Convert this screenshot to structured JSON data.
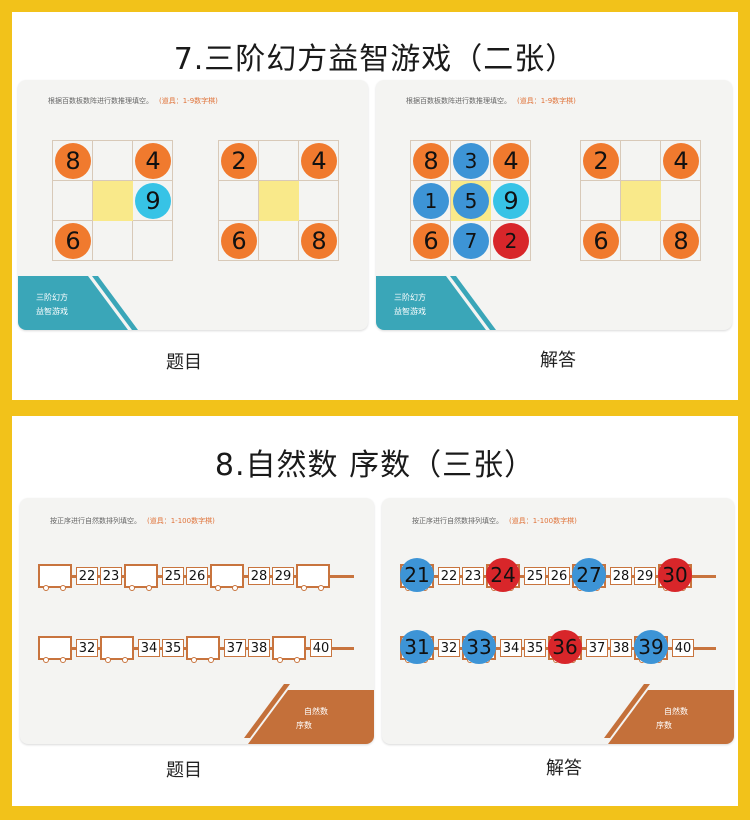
{
  "section1": {
    "title": "7.三阶幻方益智游戏（二张）",
    "instruction": "根据百数板数阵进行数推理填空。",
    "instruction_note": "(道具：1-9数字棋)",
    "badge_line1": "三阶幻方",
    "badge_line2": "益智游戏",
    "question_caption": "题目",
    "answer_caption": "解答",
    "question_grid_a": [
      "8",
      "",
      "4",
      "",
      "",
      "9",
      "6",
      "",
      ""
    ],
    "question_grid_b": [
      "2",
      "",
      "4",
      "",
      "",
      "",
      "6",
      "",
      "8"
    ],
    "answer_grid_a": [
      "8",
      "3",
      "4",
      "1",
      "5",
      "9",
      "6",
      "7",
      "2"
    ],
    "answer_grid_b": [
      "2",
      "",
      "4",
      "",
      "",
      "",
      "6",
      "",
      "8"
    ]
  },
  "section2": {
    "title": "8.自然数 序数（三张）",
    "instruction": "按正序进行自然数排列填空。",
    "instruction_note": "(道具：1-100数字棋)",
    "badge_line1": "自然数",
    "badge_line2": "序数",
    "question_caption": "题目",
    "answer_caption": "解答",
    "question_row1": [
      "22",
      "23",
      "25",
      "26",
      "28",
      "29"
    ],
    "question_row2": [
      "32",
      "34",
      "35",
      "37",
      "38",
      "40"
    ],
    "answer_row1": [
      "21",
      "22",
      "23",
      "24",
      "25",
      "26",
      "27",
      "28",
      "29",
      "30"
    ],
    "answer_row2": [
      "31",
      "32",
      "33",
      "34",
      "35",
      "36",
      "37",
      "38",
      "39",
      "40"
    ]
  },
  "colors": {
    "frame": "#f2c21a",
    "orange_chip": "#f07a2e",
    "blue_chip": "#3d94d6",
    "cyan_chip": "#37c3e6",
    "red_chip": "#d8262a",
    "teal_band": "#3aa6b8",
    "brown_band": "#c4703a"
  }
}
